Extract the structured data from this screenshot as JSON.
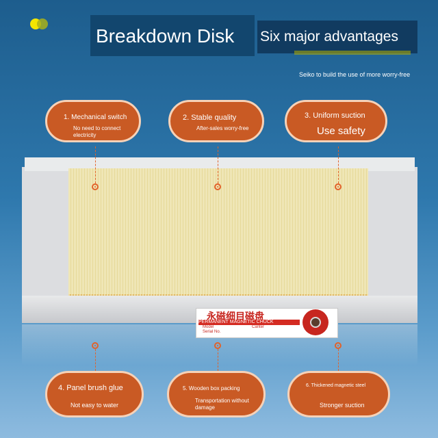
{
  "header": {
    "title": "Breakdown Disk",
    "advantages": "Six major advantages",
    "subtitle": "Seiko to build the use of more worry-free"
  },
  "features": [
    {
      "title": "1. Mechanical switch",
      "desc": "No need to connect electricity"
    },
    {
      "title": "2. Stable quality",
      "desc": "After-sales worry-free"
    },
    {
      "title": "3. Uniform suction",
      "desc": "Use safety"
    },
    {
      "title": "4. Panel brush glue",
      "desc": "Not easy to water"
    },
    {
      "title": "5. Wooden box packing",
      "desc": "Transportation without damage"
    },
    {
      "title": "6. Thickened magnetic steel",
      "desc": "Stronger suction"
    }
  ],
  "product_label": {
    "chinese": "永磁细目磁盘",
    "english": "PERMANENT MAGNETIC CHUCK",
    "model": "Model",
    "center": "Canter",
    "serial": "Serial No."
  },
  "colors": {
    "accent": "#c95a24",
    "pill_border": "#f6d2b8",
    "title_bg": "#12466e"
  }
}
